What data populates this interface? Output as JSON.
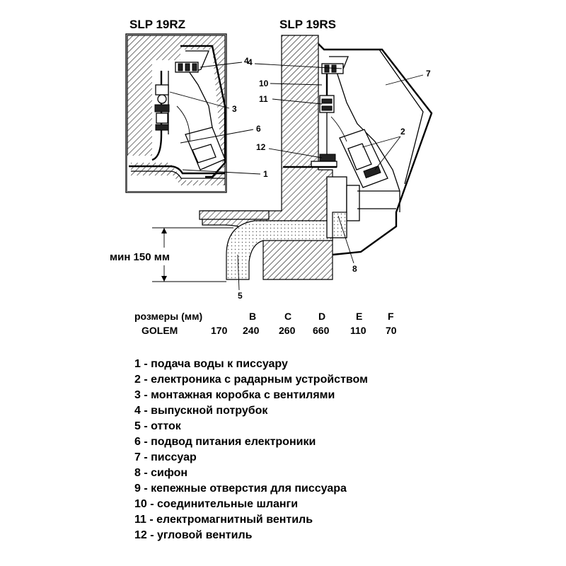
{
  "titles": {
    "left": "SLP 19RZ",
    "right": "SLP 19RS"
  },
  "callouts": {
    "left": [
      "4",
      "3",
      "6",
      "1"
    ],
    "right": [
      "4",
      "10",
      "11",
      "12",
      "7",
      "2",
      "8",
      "5"
    ]
  },
  "dimension": "мин 150 мм",
  "table": {
    "header": [
      "розмеры (мм)",
      "B",
      "C",
      "D",
      "E",
      "F"
    ],
    "row": [
      "GOLEM",
      "170",
      "240",
      "260",
      "660",
      "110",
      "70"
    ]
  },
  "legend": [
    "1 - подача воды к писсуару",
    "2 - електроника с радарным устройством",
    "3 - монтажная коробка с вентилями",
    "4 - выпускной потрубок",
    "5 - отток",
    "6 - подвод питания електроники",
    "7 - писсуар",
    "8 - сифон",
    "9 - кепежные отверстия для писсуара",
    "10 - соединительные шланги",
    "11 - електромагнитный вентиль",
    "12 - угловой вентиль"
  ]
}
